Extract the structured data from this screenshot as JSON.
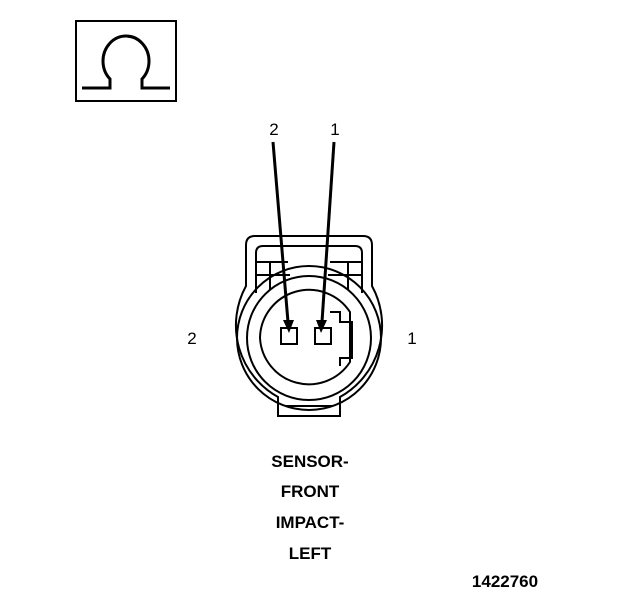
{
  "symbol": {
    "icon": "ohm-icon",
    "meaning": "resistance"
  },
  "pins": {
    "top_left": "2",
    "top_right": "1",
    "side_left": "2",
    "side_right": "1"
  },
  "caption": {
    "line1": "SENSOR-",
    "line2": "FRONT",
    "line3": "IMPACT-",
    "line4": "LEFT"
  },
  "figure_id": "1422760"
}
